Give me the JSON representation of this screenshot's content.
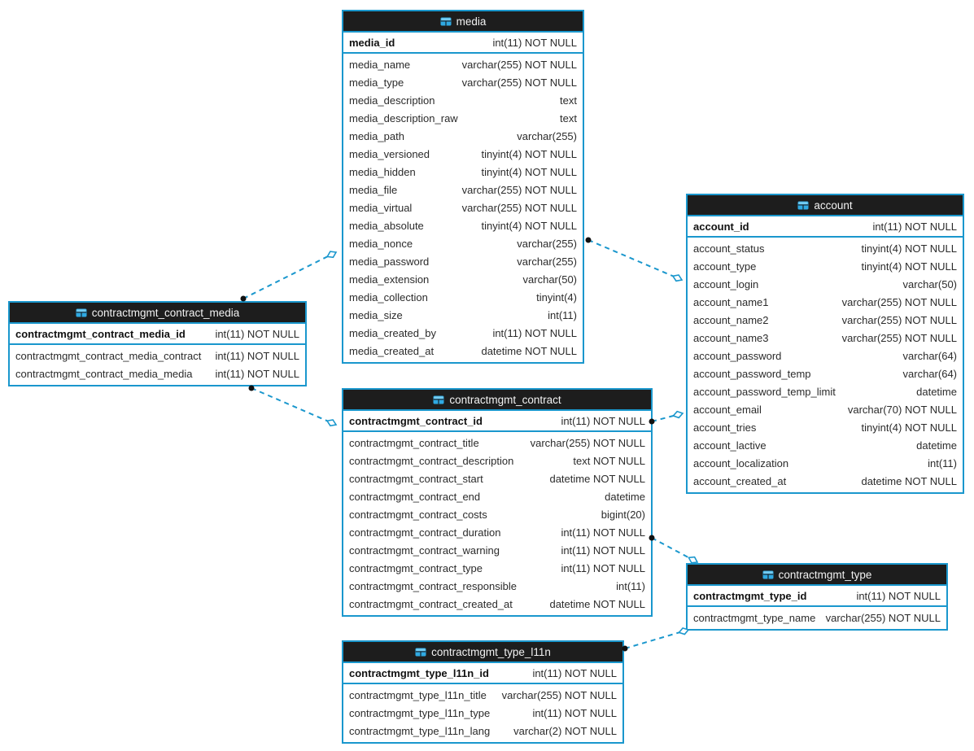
{
  "diagram": {
    "colors": {
      "accent": "#1a97cd",
      "header_bg": "#1d1d1d",
      "header_text": "#f2f2f2",
      "row_text": "#2b2b2b",
      "connector_dot": "#111111",
      "diamond_fill": "#ffffff"
    },
    "tables": [
      {
        "name": "media",
        "icon": "table-icon",
        "primary_key": {
          "name": "media_id",
          "type": "int(11) NOT NULL"
        },
        "columns": [
          {
            "name": "media_name",
            "type": "varchar(255) NOT NULL"
          },
          {
            "name": "media_type",
            "type": "varchar(255) NOT NULL"
          },
          {
            "name": "media_description",
            "type": "text"
          },
          {
            "name": "media_description_raw",
            "type": "text"
          },
          {
            "name": "media_path",
            "type": "varchar(255)"
          },
          {
            "name": "media_versioned",
            "type": "tinyint(4) NOT NULL"
          },
          {
            "name": "media_hidden",
            "type": "tinyint(4) NOT NULL"
          },
          {
            "name": "media_file",
            "type": "varchar(255) NOT NULL"
          },
          {
            "name": "media_virtual",
            "type": "varchar(255) NOT NULL"
          },
          {
            "name": "media_absolute",
            "type": "tinyint(4) NOT NULL"
          },
          {
            "name": "media_nonce",
            "type": "varchar(255)"
          },
          {
            "name": "media_password",
            "type": "varchar(255)"
          },
          {
            "name": "media_extension",
            "type": "varchar(50)"
          },
          {
            "name": "media_collection",
            "type": "tinyint(4)"
          },
          {
            "name": "media_size",
            "type": "int(11)"
          },
          {
            "name": "media_created_by",
            "type": "int(11) NOT NULL"
          },
          {
            "name": "media_created_at",
            "type": "datetime NOT NULL"
          }
        ]
      },
      {
        "name": "account",
        "icon": "table-icon",
        "primary_key": {
          "name": "account_id",
          "type": "int(11) NOT NULL"
        },
        "columns": [
          {
            "name": "account_status",
            "type": "tinyint(4) NOT NULL"
          },
          {
            "name": "account_type",
            "type": "tinyint(4) NOT NULL"
          },
          {
            "name": "account_login",
            "type": "varchar(50)"
          },
          {
            "name": "account_name1",
            "type": "varchar(255) NOT NULL"
          },
          {
            "name": "account_name2",
            "type": "varchar(255) NOT NULL"
          },
          {
            "name": "account_name3",
            "type": "varchar(255) NOT NULL"
          },
          {
            "name": "account_password",
            "type": "varchar(64)"
          },
          {
            "name": "account_password_temp",
            "type": "varchar(64)"
          },
          {
            "name": "account_password_temp_limit",
            "type": "datetime"
          },
          {
            "name": "account_email",
            "type": "varchar(70) NOT NULL"
          },
          {
            "name": "account_tries",
            "type": "tinyint(4) NOT NULL"
          },
          {
            "name": "account_lactive",
            "type": "datetime"
          },
          {
            "name": "account_localization",
            "type": "int(11)"
          },
          {
            "name": "account_created_at",
            "type": "datetime NOT NULL"
          }
        ]
      },
      {
        "name": "contractmgmt_contract_media",
        "icon": "table-icon",
        "primary_key": {
          "name": "contractmgmt_contract_media_id",
          "type": "int(11) NOT NULL"
        },
        "columns": [
          {
            "name": "contractmgmt_contract_media_contract",
            "type": "int(11) NOT NULL"
          },
          {
            "name": "contractmgmt_contract_media_media",
            "type": "int(11) NOT NULL"
          }
        ]
      },
      {
        "name": "contractmgmt_contract",
        "icon": "table-icon",
        "primary_key": {
          "name": "contractmgmt_contract_id",
          "type": "int(11) NOT NULL"
        },
        "columns": [
          {
            "name": "contractmgmt_contract_title",
            "type": "varchar(255) NOT NULL"
          },
          {
            "name": "contractmgmt_contract_description",
            "type": "text NOT NULL"
          },
          {
            "name": "contractmgmt_contract_start",
            "type": "datetime NOT NULL"
          },
          {
            "name": "contractmgmt_contract_end",
            "type": "datetime"
          },
          {
            "name": "contractmgmt_contract_costs",
            "type": "bigint(20)"
          },
          {
            "name": "contractmgmt_contract_duration",
            "type": "int(11) NOT NULL"
          },
          {
            "name": "contractmgmt_contract_warning",
            "type": "int(11) NOT NULL"
          },
          {
            "name": "contractmgmt_contract_type",
            "type": "int(11) NOT NULL"
          },
          {
            "name": "contractmgmt_contract_responsible",
            "type": "int(11)"
          },
          {
            "name": "contractmgmt_contract_created_at",
            "type": "datetime NOT NULL"
          }
        ]
      },
      {
        "name": "contractmgmt_type",
        "icon": "table-icon",
        "primary_key": {
          "name": "contractmgmt_type_id",
          "type": "int(11) NOT NULL"
        },
        "columns": [
          {
            "name": "contractmgmt_type_name",
            "type": "varchar(255) NOT NULL"
          }
        ]
      },
      {
        "name": "contractmgmt_type_l11n",
        "icon": "table-icon",
        "primary_key": {
          "name": "contractmgmt_type_l11n_id",
          "type": "int(11) NOT NULL"
        },
        "columns": [
          {
            "name": "contractmgmt_type_l11n_title",
            "type": "varchar(255) NOT NULL"
          },
          {
            "name": "contractmgmt_type_l11n_type",
            "type": "int(11) NOT NULL"
          },
          {
            "name": "contractmgmt_type_l11n_lang",
            "type": "varchar(2) NOT NULL"
          }
        ]
      }
    ],
    "connections": [
      {
        "from": "contractmgmt_contract_media",
        "to": "media"
      },
      {
        "from": "media",
        "to": "account"
      },
      {
        "from": "contractmgmt_contract_media",
        "to": "contractmgmt_contract"
      },
      {
        "from": "contractmgmt_contract",
        "to": "account"
      },
      {
        "from": "contractmgmt_contract",
        "to": "contractmgmt_type"
      },
      {
        "from": "contractmgmt_type_l11n",
        "to": "contractmgmt_type"
      }
    ]
  }
}
